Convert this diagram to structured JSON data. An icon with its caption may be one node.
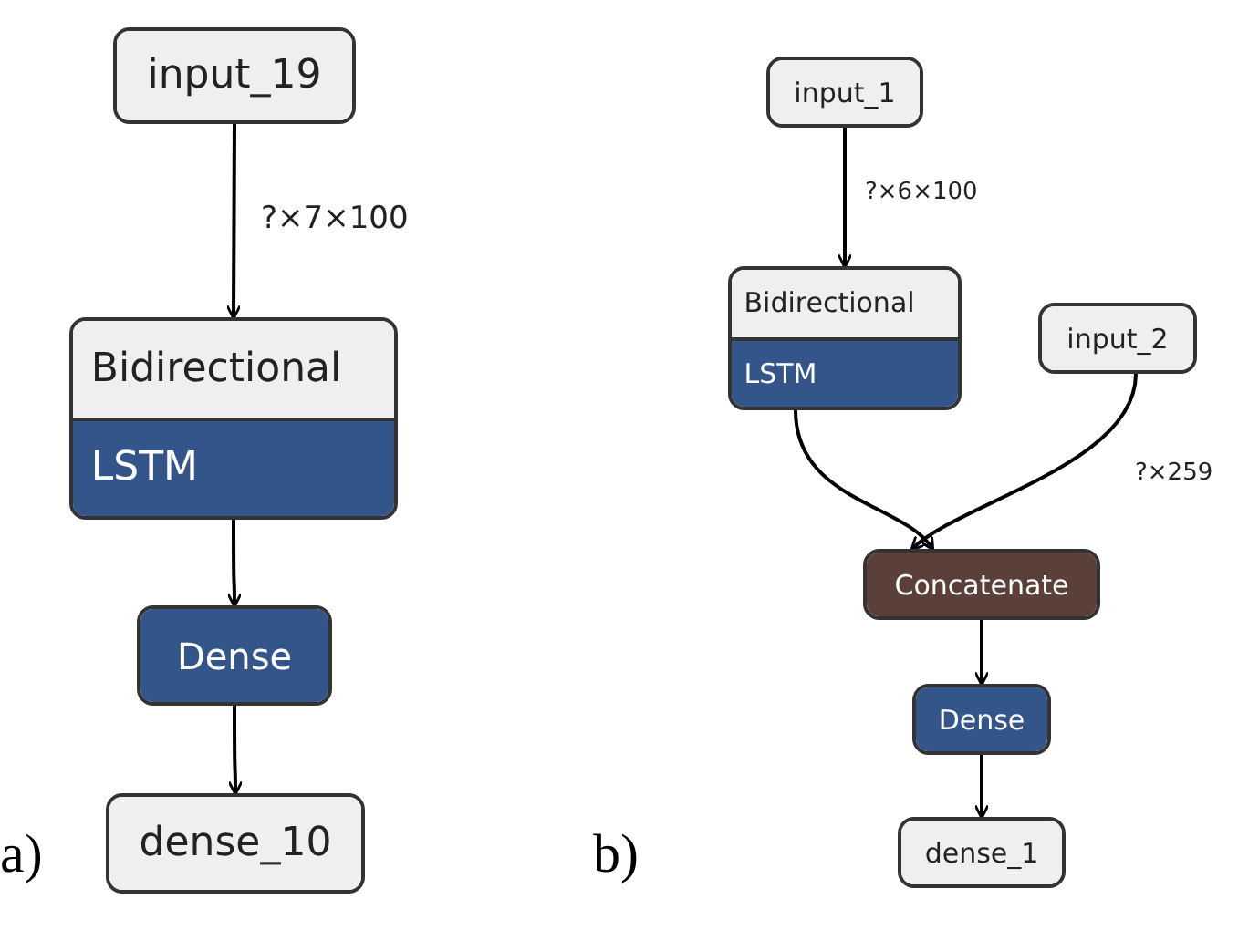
{
  "diagram": {
    "nodes": [
      {
        "text": [
          "input_19"
        ]
      },
      {
        "text": [
          "Bidirectional",
          "LSTM"
        ]
      },
      {
        "text": [
          "Dense"
        ]
      },
      {
        "text": [
          "dense_10"
        ]
      },
      {
        "text": [
          "input_1"
        ]
      },
      {
        "text": [
          "Bidirectional",
          "LSTM"
        ]
      },
      {
        "text": [
          "input_2"
        ]
      },
      {
        "text": [
          "Concatenate"
        ]
      },
      {
        "text": [
          "Dense"
        ]
      },
      {
        "text": [
          "dense_1"
        ]
      }
    ],
    "edges": [
      {
        "from": 0,
        "to": 1,
        "arrow": "to",
        "label": "?×7×100"
      },
      {
        "from": 1,
        "to": 2,
        "arrow": "to"
      },
      {
        "from": 2,
        "to": 3,
        "arrow": "to"
      },
      {
        "from": 4,
        "to": 5,
        "arrow": "to",
        "label": "?×6×100"
      },
      {
        "from": 5,
        "to": 7,
        "arrow": "to"
      },
      {
        "from": 6,
        "to": 7,
        "arrow": "to",
        "label": "?×259"
      },
      {
        "from": 7,
        "to": 8,
        "arrow": "to"
      },
      {
        "from": 8,
        "to": 9,
        "arrow": "to"
      }
    ],
    "labels": [
      "a)",
      "b)"
    ]
  }
}
